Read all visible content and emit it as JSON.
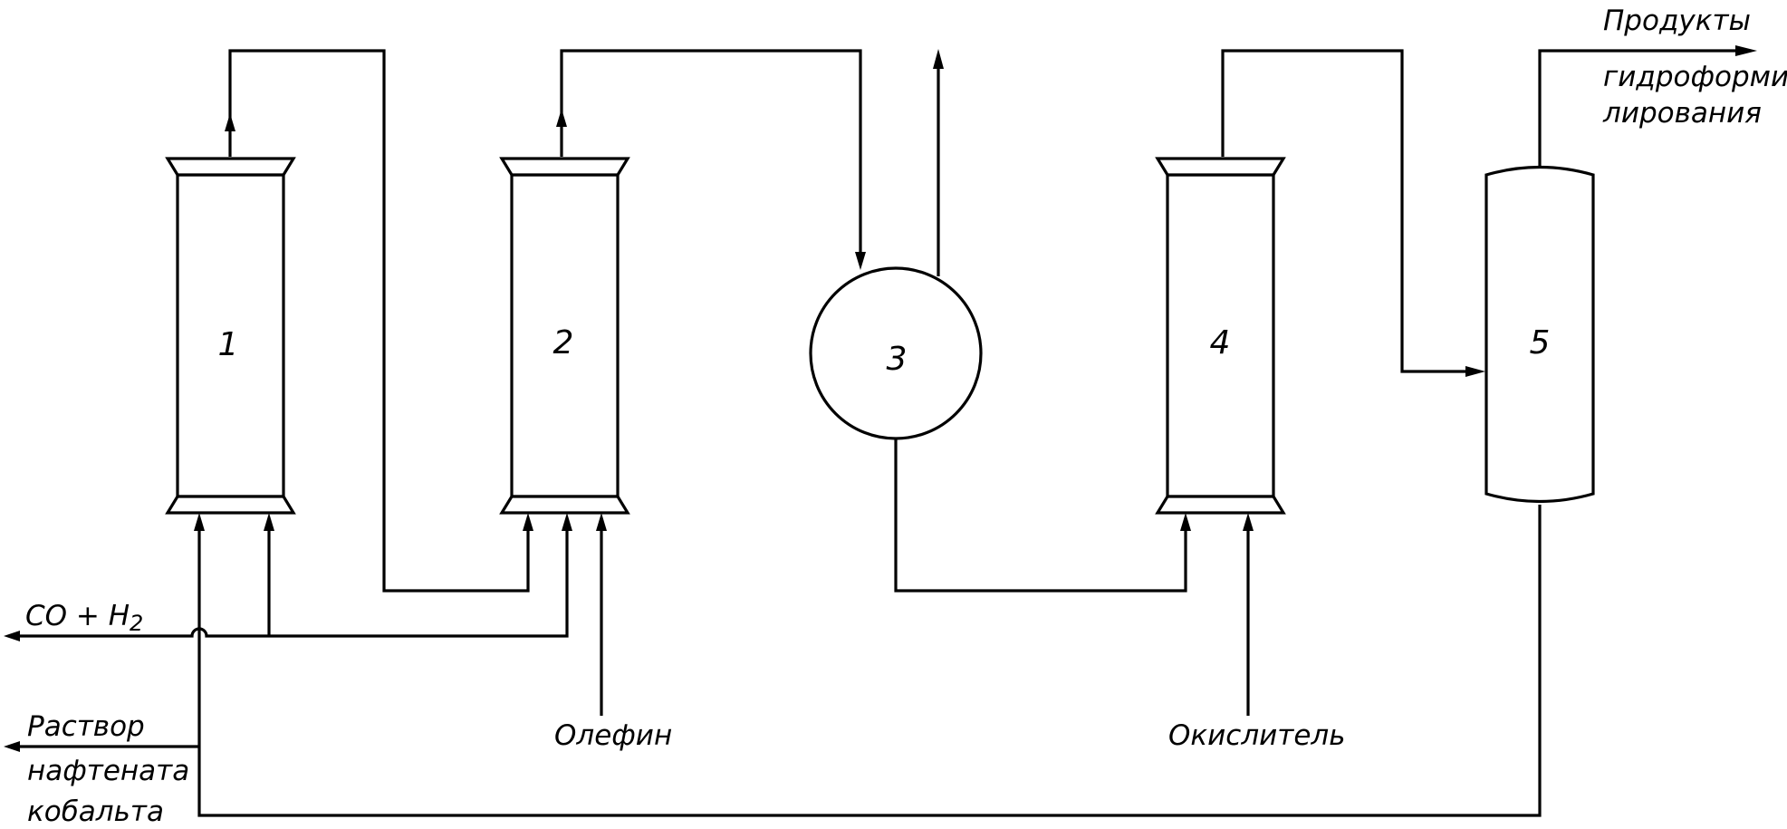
{
  "units": {
    "column_1": "1",
    "column_2": "2",
    "sphere_3": "3",
    "column_4": "4",
    "vessel_5": "5"
  },
  "labels": {
    "syngas_main": "CO + H",
    "syngas_sub": "2",
    "cobalt_line1": "Раствор",
    "cobalt_line2": "нафтената",
    "cobalt_line3": "кобальта",
    "olefin": "Олефин",
    "oxidant": "Окислитель",
    "products_line1": "Продукты",
    "products_line2": "гидроформи-",
    "products_line3": "лирования"
  },
  "colors": {
    "line": "#000000",
    "background": "#ffffff"
  }
}
